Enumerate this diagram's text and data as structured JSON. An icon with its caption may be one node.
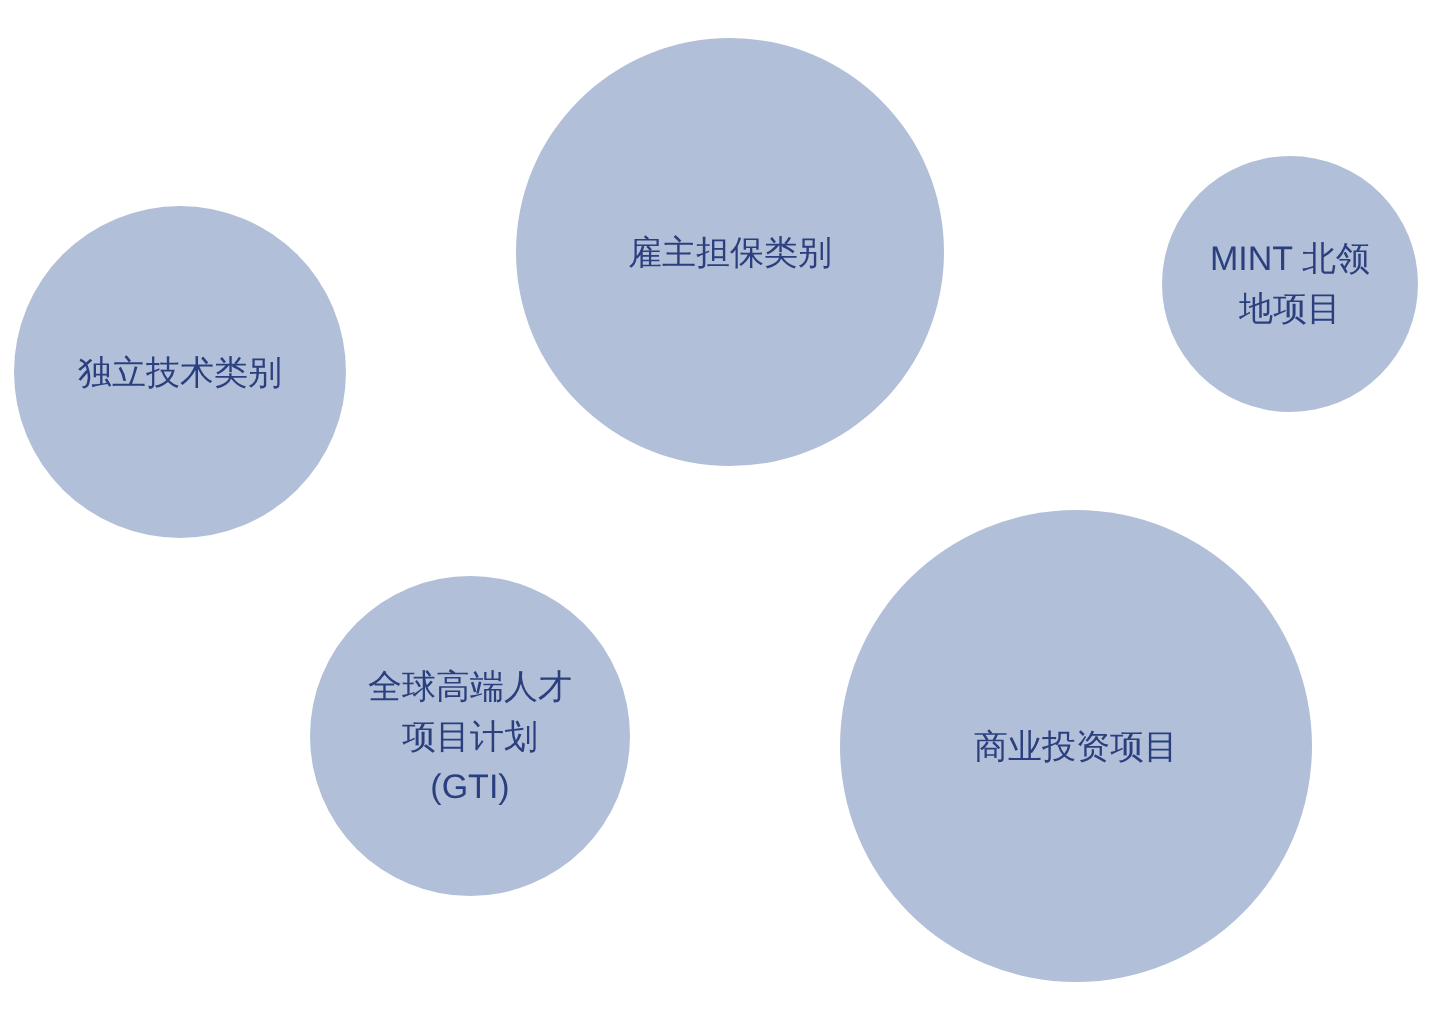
{
  "diagram": {
    "nodes": [
      {
        "text": [
          "独立技术类别"
        ]
      },
      {
        "text": [
          "雇主担保类别"
        ]
      },
      {
        "text": [
          "MINT 北领地项目"
        ]
      },
      {
        "text": [
          "全球高端人才项目计划 (GTI)"
        ]
      },
      {
        "text": [
          "商业投资项目"
        ]
      }
    ]
  }
}
